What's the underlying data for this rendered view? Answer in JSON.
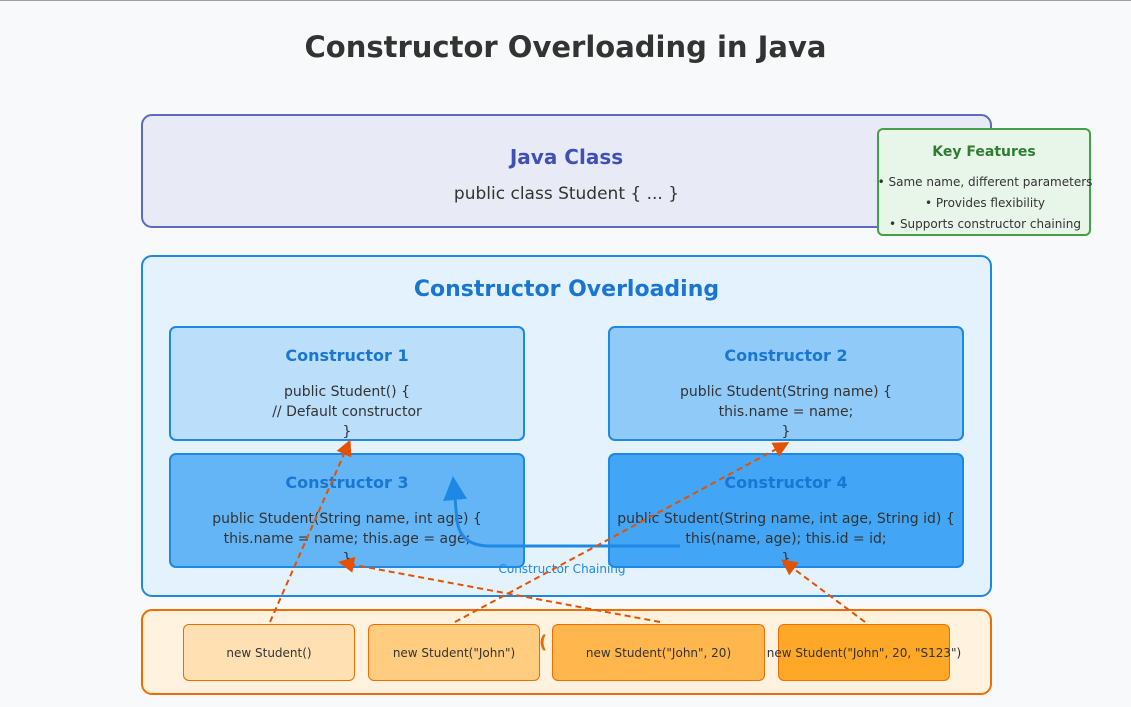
{
  "title": "Constructor Overloading in Java",
  "java_class": {
    "title": "Java Class",
    "code": "public class Student { ... }"
  },
  "key_features": {
    "title": "Key Features",
    "items": [
      "• Same name, different parameters",
      "• Provides flexibility",
      "• Supports constructor chaining"
    ]
  },
  "overloading": {
    "title": "Constructor Overloading",
    "constructors": [
      {
        "title": "Constructor 1",
        "lines": [
          "public Student() {",
          "// Default constructor",
          "}"
        ]
      },
      {
        "title": "Constructor 2",
        "lines": [
          "public Student(String name) {",
          "this.name = name;",
          "}"
        ]
      },
      {
        "title": "Constructor 3",
        "lines": [
          "public Student(String name, int age) {",
          "this.name = name; this.age = age;",
          "}"
        ]
      },
      {
        "title": "Constructor 4",
        "lines": [
          "public Student(String name, int age, String id) {",
          "this(name, age); this.id = id;",
          "}"
        ]
      }
    ],
    "chaining_label": "Constructor Chaining"
  },
  "usage": {
    "paren": "(",
    "calls": [
      "new Student()",
      "new Student(\"John\")",
      "new Student(\"John\", 20)",
      "new Student(\"John\", 20, \"S123\")"
    ]
  },
  "colors": {
    "chaining_arrow": "#1e88e5",
    "call_arrow": "#e65100"
  }
}
